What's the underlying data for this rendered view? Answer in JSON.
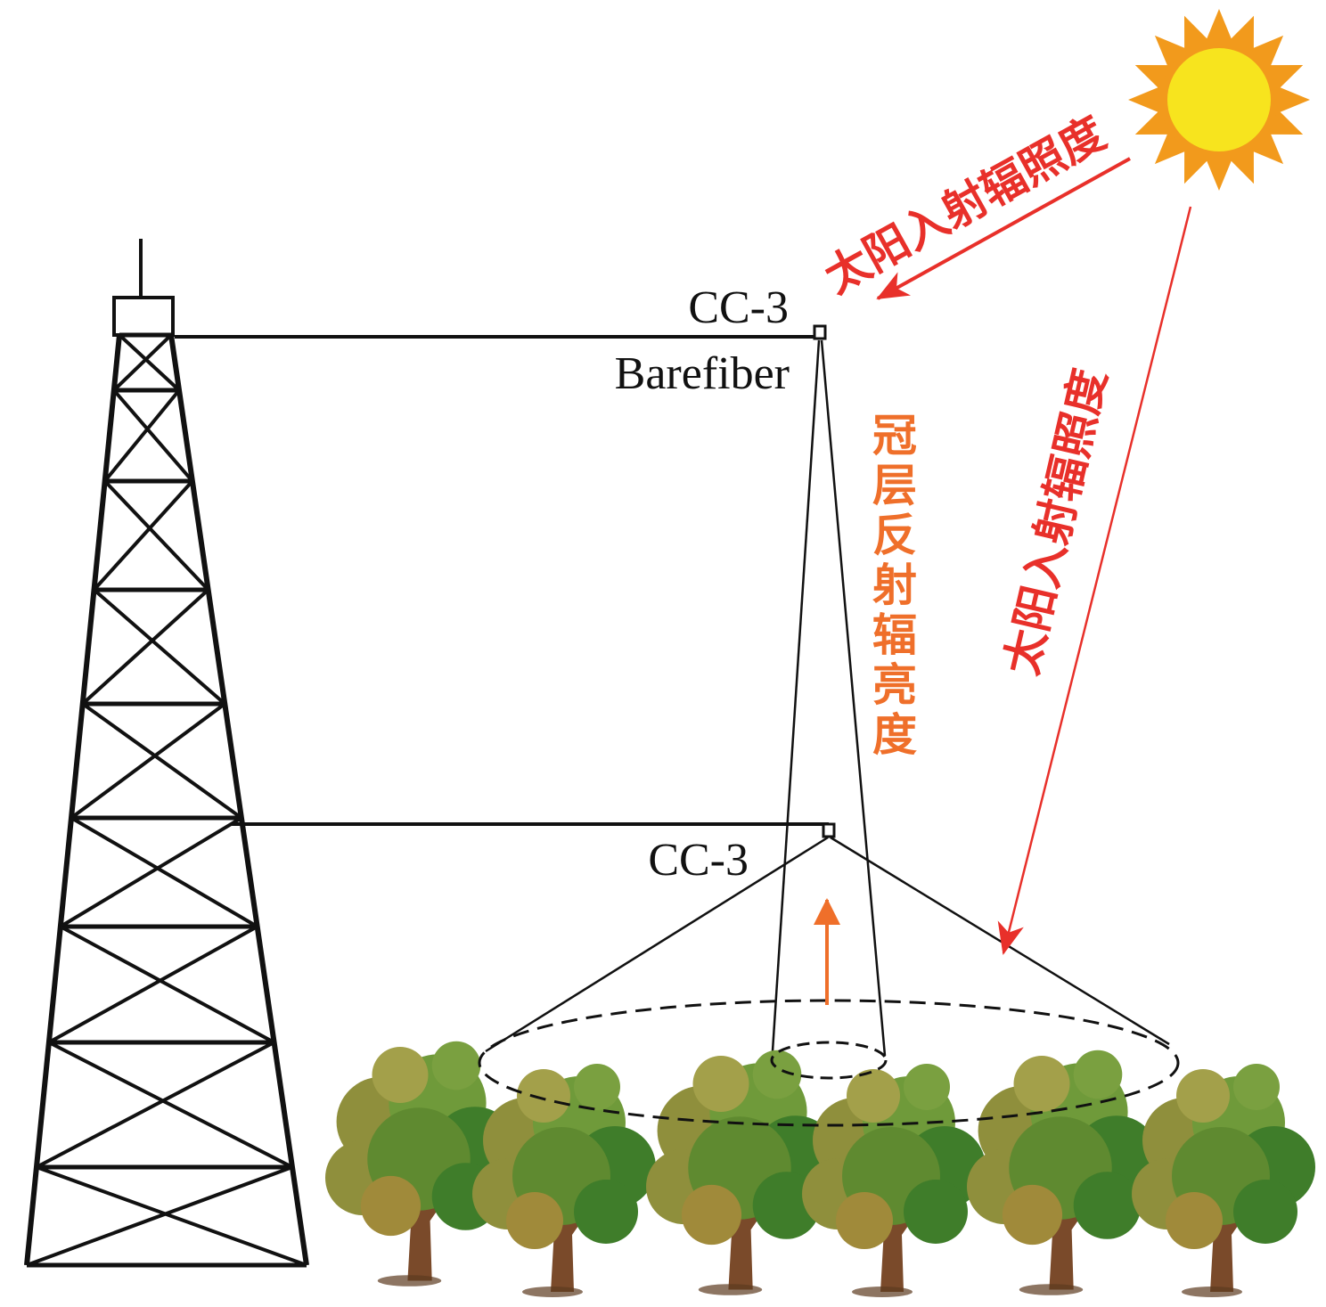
{
  "labels": {
    "sensor_top": "CC-3",
    "sensor_top_fiber": "Barefiber",
    "sensor_bottom": "CC-3",
    "solar_irradiance_1": "太阳入射辐照度",
    "solar_irradiance_2": "太阳入射辐照度",
    "canopy_radiance": "冠层反射辐亮度"
  },
  "colors": {
    "solar_text": "#e8302a",
    "canopy_text": "#ef6f2a",
    "line": "#111111",
    "sun_core": "#f7e41e",
    "sun_rays": "#f29a1c",
    "leaf_dark": "#3f7d2a",
    "leaf_mid": "#6f9a3a",
    "leaf_olive": "#8f8f3c",
    "trunk": "#7a4a2a"
  },
  "icons": {
    "sun": "sun-icon",
    "tower": "lattice-tower-icon",
    "tree": "tree-icon"
  }
}
